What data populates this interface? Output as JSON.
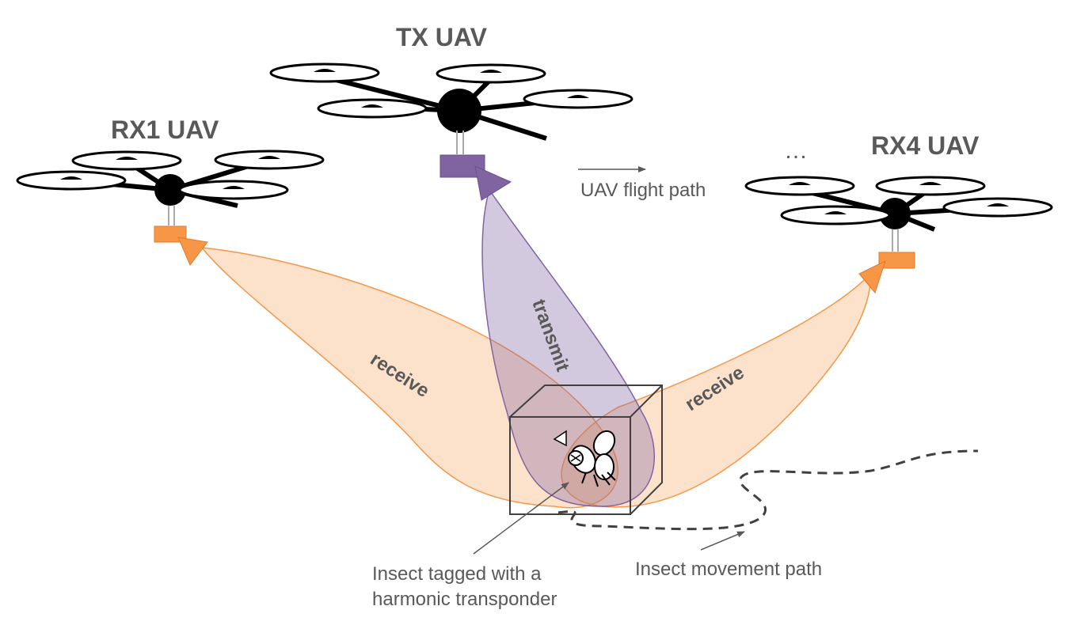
{
  "labels": {
    "tx_uav": "TX UAV",
    "rx1_uav": "RX1 UAV",
    "rx4_uav": "RX4 UAV",
    "ellipsis": "…",
    "uav_flight_path": "UAV flight path",
    "transmit": "transmit",
    "receive_left": "receive",
    "receive_right": "receive",
    "insect_tag_line1": "Insect tagged with a",
    "insect_tag_line2": "harmonic transponder",
    "insect_movement_path": "Insect movement path"
  },
  "colors": {
    "transmit_beam": "#8064a2",
    "receive_beam": "#f79646",
    "radar_box_tx": "#8064a2",
    "radar_box_rx": "#f79646",
    "text": "#595959",
    "drone": "#000000"
  }
}
